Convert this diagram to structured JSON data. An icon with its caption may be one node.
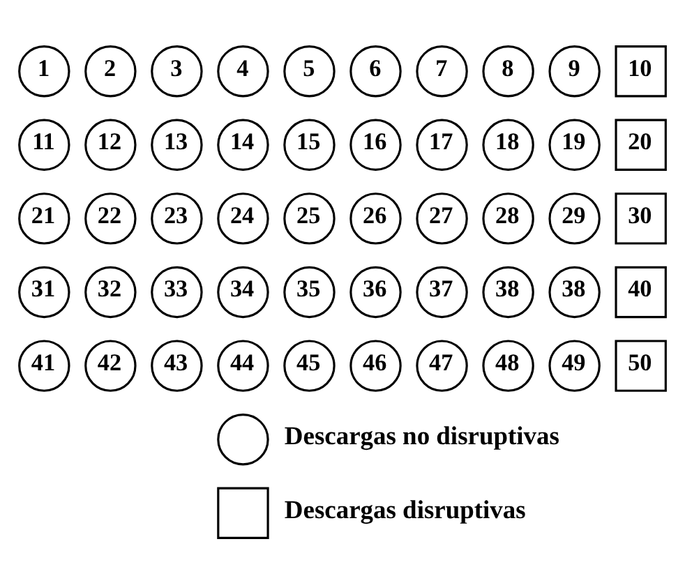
{
  "diagram": {
    "nodes": [
      {
        "text": [
          "1"
        ]
      },
      {
        "text": [
          "2"
        ]
      },
      {
        "text": [
          "3"
        ]
      },
      {
        "text": [
          "4"
        ]
      },
      {
        "text": [
          "5"
        ]
      },
      {
        "text": [
          "6"
        ]
      },
      {
        "text": [
          "7"
        ]
      },
      {
        "text": [
          "8"
        ]
      },
      {
        "text": [
          "9"
        ]
      },
      {
        "text": [
          "10"
        ]
      },
      {
        "text": [
          "11"
        ]
      },
      {
        "text": [
          "12"
        ]
      },
      {
        "text": [
          "13"
        ]
      },
      {
        "text": [
          "14"
        ]
      },
      {
        "text": [
          "15"
        ]
      },
      {
        "text": [
          "16"
        ]
      },
      {
        "text": [
          "17"
        ]
      },
      {
        "text": [
          "18"
        ]
      },
      {
        "text": [
          "19"
        ]
      },
      {
        "text": [
          "20"
        ]
      },
      {
        "text": [
          "21"
        ]
      },
      {
        "text": [
          "22"
        ]
      },
      {
        "text": [
          "23"
        ]
      },
      {
        "text": [
          "24"
        ]
      },
      {
        "text": [
          "25"
        ]
      },
      {
        "text": [
          "26"
        ]
      },
      {
        "text": [
          "27"
        ]
      },
      {
        "text": [
          "28"
        ]
      },
      {
        "text": [
          "29"
        ]
      },
      {
        "text": [
          "30"
        ]
      },
      {
        "text": [
          "31"
        ]
      },
      {
        "text": [
          "32"
        ]
      },
      {
        "text": [
          "33"
        ]
      },
      {
        "text": [
          "34"
        ]
      },
      {
        "text": [
          "35"
        ]
      },
      {
        "text": [
          "36"
        ]
      },
      {
        "text": [
          "37"
        ]
      },
      {
        "text": [
          "38"
        ]
      },
      {
        "text": [
          "38"
        ]
      },
      {
        "text": [
          "40"
        ]
      },
      {
        "text": [
          "41"
        ]
      },
      {
        "text": [
          "42"
        ]
      },
      {
        "text": [
          "43"
        ]
      },
      {
        "text": [
          "44"
        ]
      },
      {
        "text": [
          "45"
        ]
      },
      {
        "text": [
          "46"
        ]
      },
      {
        "text": [
          "47"
        ]
      },
      {
        "text": [
          "48"
        ]
      },
      {
        "text": [
          "49"
        ]
      },
      {
        "text": [
          "50"
        ]
      },
      {
        "text": [],
        "shape": "circle"
      },
      {
        "text": [],
        "shape": "box"
      }
    ],
    "edges": [],
    "legend": [
      {
        "text": "Descargas no disruptivas"
      },
      {
        "text": "Descargas disruptivas"
      }
    ]
  }
}
